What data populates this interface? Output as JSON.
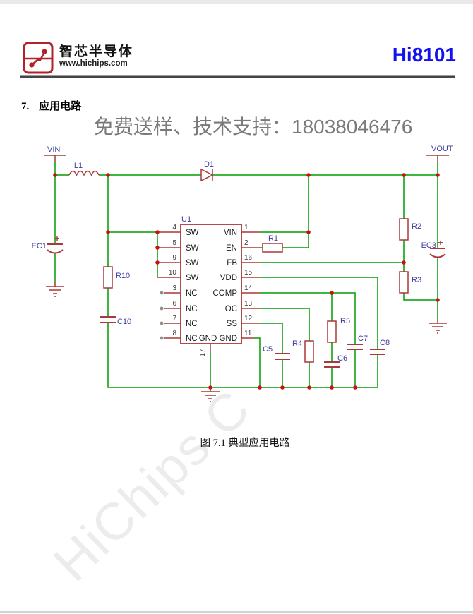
{
  "page": {
    "header": {
      "brand_name": "智芯半导体",
      "brand_url": "www.hichips.com",
      "part_number": "Hi8101"
    },
    "section": {
      "number": "7.",
      "title": "应用电路"
    },
    "promo_text": "免费送样、技术支持：18038046476",
    "figure_caption": "图 7.1  典型应用电路",
    "watermark_text": "HiChips C"
  },
  "colors": {
    "wire_green": "#009D00",
    "component_red": "#AA3939",
    "junction_red": "#C41414",
    "ref_label_navy": "#3D3DA0",
    "part_number_blue": "#1212EF",
    "brand_red": "#B2222B",
    "top_bar_gray": "#E9E9EB"
  },
  "circuit": {
    "ports": {
      "vin": "VIN",
      "vout": "VOUT"
    },
    "polarity_plus": "+",
    "components": {
      "L1": "L1",
      "D1": "D1",
      "R1": "R1",
      "R2": "R2",
      "R3": "R3",
      "R4": "R4",
      "R5": "R5",
      "R10": "R10",
      "C5": "C5",
      "C6": "C6",
      "C7": "C7",
      "C8": "C8",
      "C10": "C10",
      "EC1": "EC1",
      "EC3": "EC3"
    },
    "ic": {
      "ref": "U1",
      "left_pins": [
        {
          "num": "4",
          "name": "SW"
        },
        {
          "num": "5",
          "name": "SW"
        },
        {
          "num": "9",
          "name": "SW"
        },
        {
          "num": "10",
          "name": "SW"
        },
        {
          "num": "3",
          "name": "NC"
        },
        {
          "num": "6",
          "name": "NC"
        },
        {
          "num": "7",
          "name": "NC"
        },
        {
          "num": "8",
          "name": "NC"
        }
      ],
      "right_pins": [
        {
          "num": "1",
          "name": "VIN"
        },
        {
          "num": "2",
          "name": "EN"
        },
        {
          "num": "16",
          "name": "FB"
        },
        {
          "num": "15",
          "name": "VDD"
        },
        {
          "num": "14",
          "name": "COMP"
        },
        {
          "num": "13",
          "name": "OC"
        },
        {
          "num": "12",
          "name": "SS"
        },
        {
          "num": "11",
          "name": "GND GND"
        }
      ],
      "bottom_pin_num": "17"
    }
  }
}
